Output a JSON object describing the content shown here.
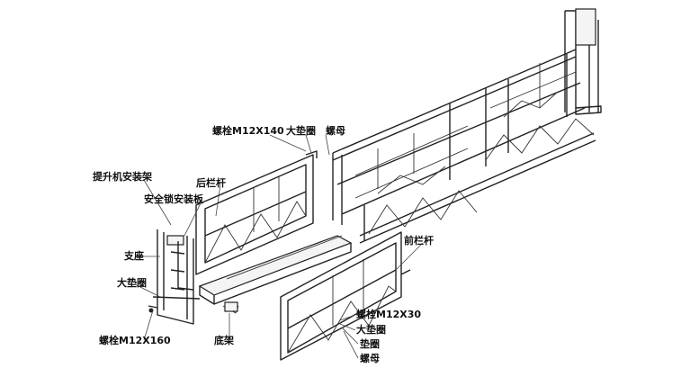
{
  "labels": {
    "bolt_m12x140": "螺栓M12X140",
    "large_washer_top": "大垫圈",
    "nut_top": "螺母",
    "hoist_mount": "提升机安装架",
    "safety_lock_plate": "安全锁安装板",
    "rear_rail": "后栏杆",
    "support_base": "支座",
    "large_washer_left": "大垫圈",
    "bolt_m12x160": "螺栓M12X160",
    "bottom_frame": "底架",
    "front_rail": "前栏杆",
    "bolt_m12x30": "螺栓M12X30",
    "large_washer_bottom": "大垫圈",
    "washer": "垫圈",
    "nut_bottom": "螺母"
  }
}
